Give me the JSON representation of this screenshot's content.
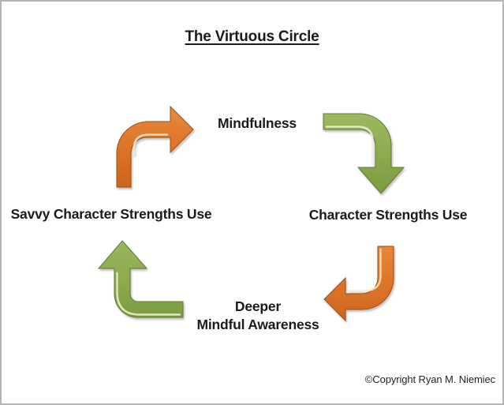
{
  "title": "The Virtuous Circle",
  "cycle": {
    "top": "Mindfulness",
    "right": "Character Strengths Use",
    "bottom": {
      "line1": "Deeper",
      "line2": "Mindful Awareness"
    },
    "left": "Savvy Character Strengths Use"
  },
  "arrows": [
    {
      "name": "arrow-up-right",
      "color_name": "orange",
      "from": "Savvy Character Strengths Use",
      "to": "Mindfulness"
    },
    {
      "name": "arrow-right-down",
      "color_name": "green",
      "from": "Mindfulness",
      "to": "Character Strengths Use"
    },
    {
      "name": "arrow-down-left",
      "color_name": "orange",
      "from": "Character Strengths Use",
      "to": "Deeper Mindful Awareness"
    },
    {
      "name": "arrow-left-up",
      "color_name": "green",
      "from": "Deeper Mindful Awareness",
      "to": "Savvy Character Strengths Use"
    }
  ],
  "copyright": "©Copyright Ryan M. Niemiec",
  "colors": {
    "orange": "#DC7328",
    "orange_light": "#E88A3C",
    "orange_dark": "#9C5016",
    "green": "#8CAC4E",
    "green_light": "#97B458",
    "green_dark": "#617A31",
    "border": "#B5B5B5",
    "text": "#1B1B1B",
    "background": "#FFFFFF"
  }
}
